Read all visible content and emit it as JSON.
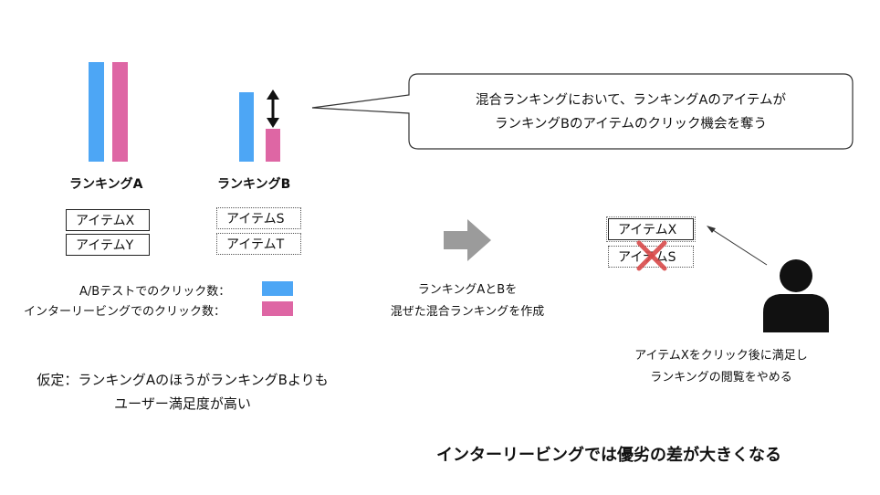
{
  "ranking_a": {
    "label": "ランキングA",
    "items": [
      "アイテムX",
      "アイテムY"
    ]
  },
  "ranking_b": {
    "label": "ランキングB",
    "items": [
      "アイテムS",
      "アイテムT"
    ]
  },
  "legend": {
    "ab_test_label": "A/Bテストでのクリック数：",
    "interleaving_label": "インターリービングでのクリック数：",
    "ab_test_color": "#4da6f5",
    "interleaving_color": "#de66a4"
  },
  "callout": {
    "line1": "混合ランキングにおいて、ランキングAのアイテムが",
    "line2": "ランキングBのアイテムのクリック機会を奪う"
  },
  "arrow_caption": {
    "line1": "ランキングAとBを",
    "line2": "混ぜた混合ランキングを作成"
  },
  "merged": {
    "items": [
      "アイテムX",
      "アイテムS"
    ]
  },
  "user_caption": {
    "line1": "アイテムXをクリック後に満足し",
    "line2": "ランキングの閲覧をやめる"
  },
  "assumption": {
    "line1": "仮定：ランキングAのほうがランキングBよりも",
    "line2": "ユーザー満足度が高い"
  },
  "conclusion": "インターリービングでは優劣の差が大きくなる"
}
